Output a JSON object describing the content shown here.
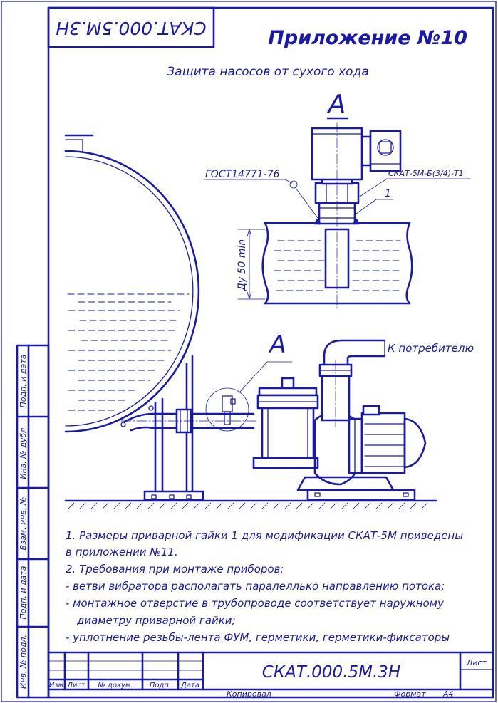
{
  "sheet": {
    "code_rotated": "СКАТ.000.5М.3Н",
    "appendix": "Приложение №10",
    "title": "Защита насосов от сухого хода",
    "detail_label_top": "А",
    "detail_label_pump": "А",
    "labels": {
      "gost": "ГОСТ14771-76",
      "device": "СКАТ-5М-Б(3/4)-Т1",
      "part_number": "1",
      "diameter": "Ду 50 min",
      "consumer": "К потребителю"
    },
    "notes": [
      "1. Размеры приварной гайки 1 для модификации СКАТ-5М приведены",
      "в приложении №11.",
      "2. Требования при монтаже приборов:",
      "- ветви вибратора располагать паралеллько направлению потока;",
      "- монтажное отверстие в трубопроводе соответствует наружному",
      "диаметру приварной гайки;",
      "- уплотнение резьбы-лента ФУМ, герметики, герметики-фиксаторы"
    ],
    "side_stamp": [
      "Подп. и дата",
      "Инв. № дубл.",
      "Взам. инв. №",
      "Подп. и дата",
      "Инв. № подл."
    ],
    "title_block": {
      "code": "СКАТ.000.5М.3Н",
      "sheet_label": "Лист",
      "columns": [
        "Изм",
        "Лист",
        "№ докум.",
        "Подп.",
        "Дата"
      ],
      "copied": "Копировал",
      "format_label": "Формат",
      "format_value": "А4"
    }
  }
}
